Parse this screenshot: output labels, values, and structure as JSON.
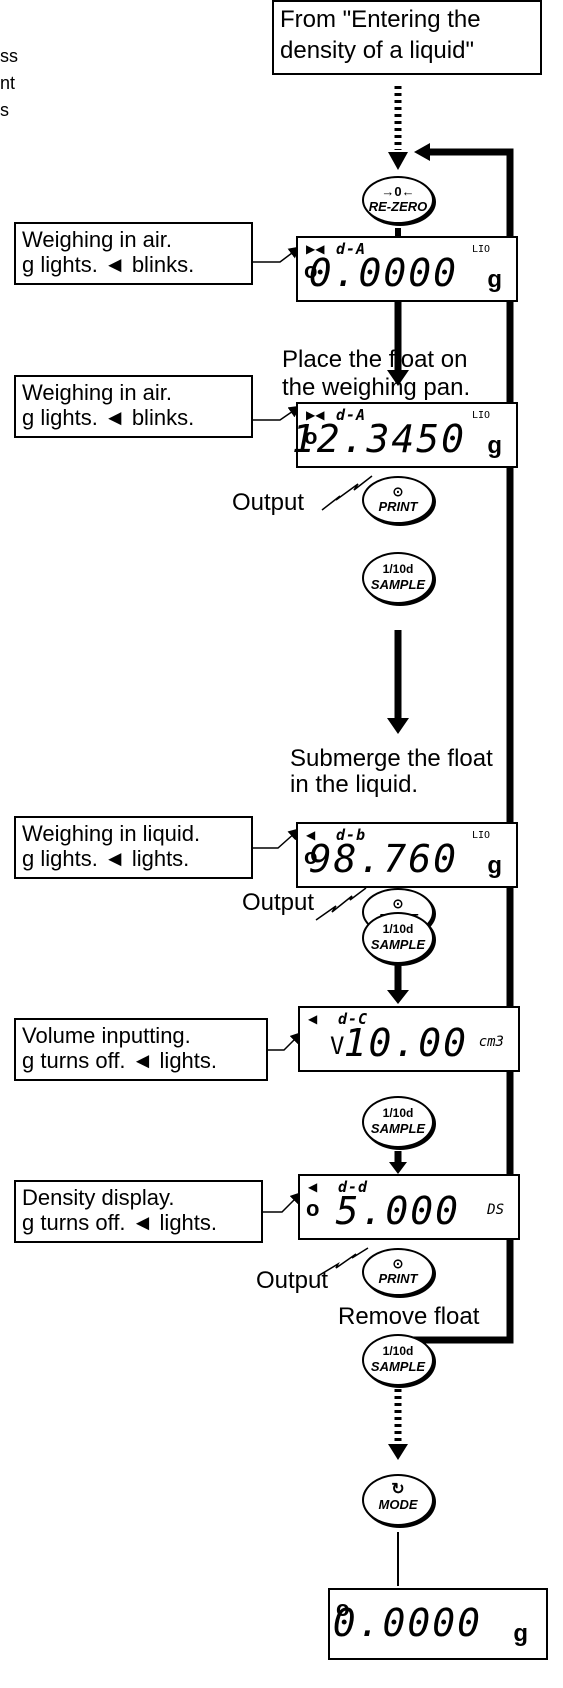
{
  "cut_text": [
    "ss",
    "nt",
    "s"
  ],
  "from_box": [
    "From \"Entering the",
    "density of a liquid\""
  ],
  "buttons": {
    "rezero_symbol": "→0←",
    "rezero_label": "RE-ZERO",
    "print_symbol": "⊙",
    "print_label": "PRINT",
    "sample_symbol": "1/10d",
    "sample_label": "SAMPLE",
    "mode_symbol": "↻",
    "mode_label": "MODE"
  },
  "notes": {
    "air1": [
      "Weighing in air.",
      "g lights.  ◄  blinks."
    ],
    "air2": [
      "Weighing in air.",
      "g lights.  ◄  blinks."
    ],
    "liquid": [
      "Weighing in liquid.",
      "g lights.  ◄  lights."
    ],
    "volume": [
      "Volume inputting.",
      "g turns off.  ◄  lights."
    ],
    "density": [
      "Density display.",
      "g turns off.  ◄  lights."
    ]
  },
  "captions": {
    "place": [
      "Place the float on",
      "the weighing pan."
    ],
    "submerge": [
      "Submerge the float",
      "in the liquid."
    ],
    "output1": "Output",
    "output2": "Output",
    "output3": "Output",
    "remove": "Remove float"
  },
  "displays": {
    "d1": {
      "code": "d-A",
      "value": "0.0000",
      "unit": "g"
    },
    "d2": {
      "code": "d-A",
      "value": "12.3450",
      "unit": "g"
    },
    "d3": {
      "code": "d-b",
      "value": "98.760",
      "unit": "g"
    },
    "d4": {
      "code": "d-C",
      "value": "10.00",
      "unit": "cm3"
    },
    "d5": {
      "code": "d-d",
      "value": "5.000",
      "unit": "DS"
    },
    "d6": {
      "value": "0.0000",
      "unit": "g"
    }
  }
}
